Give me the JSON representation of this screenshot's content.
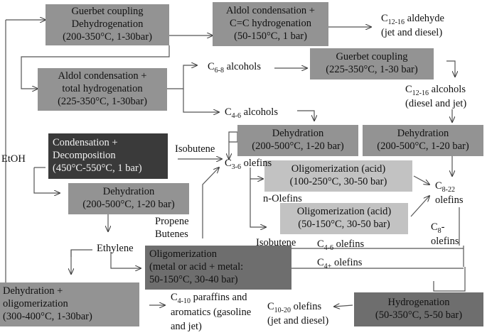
{
  "boxes": {
    "guerbet_dehydro": {
      "line1": "Guerbet coupling",
      "line2": "Dehydrogenation",
      "line3": "(200-350°C, 1-30bar)"
    },
    "aldol_cc": {
      "line1": "Aldol condensation +",
      "line2": "C=C hydrogenation",
      "line3": "(50-150°C, 1 bar)"
    },
    "aldol_total": {
      "line1": "Aldol condensation +",
      "line2": "total  hydrogenation",
      "line3": "(225-350°C, 1-30bar)"
    },
    "guerbet2": {
      "line1": "Guerbet coupling",
      "line2": "(225-350°C, 1-30 bar)"
    },
    "dehyd_a": {
      "line1": "Dehydration",
      "line2": "(200-500°C, 1-20 bar)"
    },
    "dehyd_b": {
      "line1": "Dehydration",
      "line2": "(200-500°C, 1-20 bar)"
    },
    "cond_decomp": {
      "line1": "Condensation +",
      "line2": "Decomposition",
      "line3": "(450°C-550°C, 1 bar)"
    },
    "oligo1": {
      "line1": "Oligomerization (acid)",
      "line2": "(100-250°C, 30-50 bar)"
    },
    "dehyd_c": {
      "line1": "Dehydration",
      "line2": "(200-500°C, 1-20 bar)"
    },
    "oligo2": {
      "line1": "Oligomerization (acid)",
      "line2": "(50-150°C, 30-50 bar)"
    },
    "oligo_metal": {
      "line1": "Oligomerization",
      "line2": "(metal or acid + metal:",
      "line3": "50-150°C, 30-40 bar)"
    },
    "dehyd_oligo": {
      "line1": "Dehydration +",
      "line2": "oligomerization",
      "line3": "(300-400°C, 1-30bar)"
    },
    "hydrogenation": {
      "line1": "Hydrogenation",
      "line2": "(50-350°C, 5-50 bar)"
    }
  },
  "labels": {
    "etoh": "EtOH",
    "c1216_ald": {
      "c": "C",
      "sub": "12-16",
      "rest": " aldehyde",
      "line2": "(jet and diesel)"
    },
    "c68_alc": {
      "c": "C",
      "sub": "6-8",
      "rest": " alcohols"
    },
    "c46_alc": {
      "c": "C",
      "sub": "4-6",
      "rest": " alcohols"
    },
    "c1216_alc": {
      "c": "C",
      "sub": "12-16",
      "rest": " alcohols",
      "line2": "(diesel and jet)"
    },
    "isobutene1": "Isobutene",
    "c36_olef": {
      "c": "C",
      "sub": "3-6",
      "rest": " olefins"
    },
    "n_olefins": "n-Olefins",
    "c822_olef": {
      "c": "C",
      "sub": "8-22",
      "line2": "olefins"
    },
    "propene": "Propene",
    "butenes": "Butenes",
    "c8_olef": {
      "c": "C",
      "sub": "8",
      "rest": "-",
      "line2": "olefins"
    },
    "ethylene": "Ethylene",
    "isobutene2": "Isobutene",
    "c46_olef": {
      "c": "C",
      "sub": "4-6",
      "rest": " olefins"
    },
    "c4p_olef": {
      "c": "C",
      "sub": "4+",
      "rest": " olefins"
    },
    "c410_par": {
      "c": "C",
      "sub": "4-10",
      "rest": " paraffins and",
      "line2": "aromatics (gasoline and jet)"
    },
    "c1020_olef": {
      "c": "C",
      "sub": "10-20",
      "rest": " olefins",
      "line2": "(jet and diesel)"
    }
  }
}
